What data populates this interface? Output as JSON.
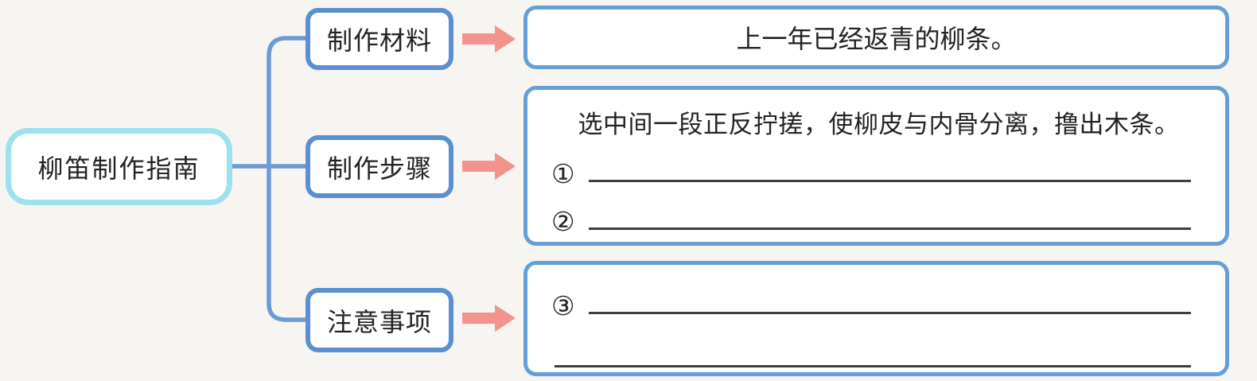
{
  "root_label": "柳笛制作指南",
  "branches": [
    {
      "label": "制作材料"
    },
    {
      "label": "制作步骤"
    },
    {
      "label": "注意事项"
    }
  ],
  "materials_text": "上一年已经返青的柳条。",
  "steps": {
    "intro": "选中间一段正反拧搓，使柳皮与内骨分离，撸出木条。",
    "markers": [
      "①",
      "②"
    ]
  },
  "notes": {
    "markers": [
      "③"
    ]
  },
  "colors": {
    "background": "#f7f5f1",
    "root_border": "#9ce1ee",
    "branch_border": "#5a8fd2",
    "target_border": "#649fd8",
    "connector_line": "#6b9bd4",
    "arrow": "#f2948d",
    "blank_underline": "#3d3d3d",
    "text": "#222222"
  }
}
